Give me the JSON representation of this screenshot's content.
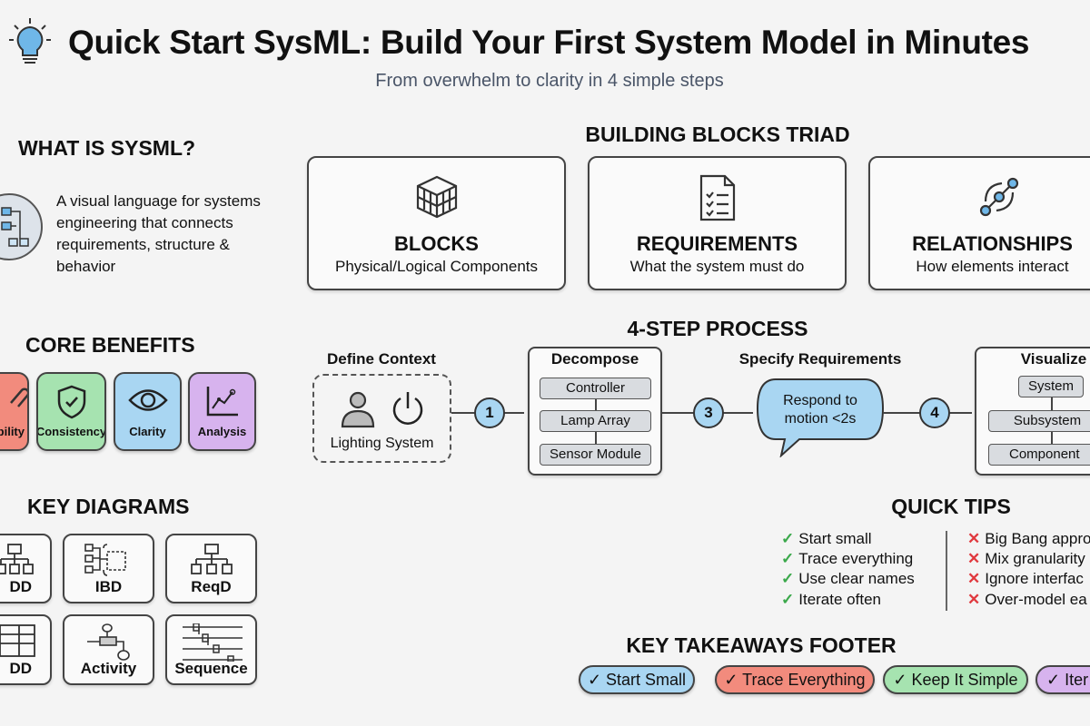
{
  "header": {
    "icon": "lightbulb-icon",
    "title": "Quick Start SysML: Build Your First System Model in Minutes",
    "subtitle": "From overwhelm to clarity in 4 simple steps"
  },
  "what_is": {
    "heading": "WHAT IS SYSML?",
    "icon": "hierarchy-diagram-icon",
    "description": "A visual language for systems engineering that connects requirements, structure & behavior"
  },
  "core_benefits": {
    "heading": "CORE BENEFITS",
    "items": [
      {
        "label": "bility",
        "icon": "link-icon",
        "color": "#f28b7d"
      },
      {
        "label": "Consistency",
        "icon": "shield-check-icon",
        "color": "#a6e3b0"
      },
      {
        "label": "Clarity",
        "icon": "eye-icon",
        "color": "#a9d6f2"
      },
      {
        "label": "Analysis",
        "icon": "line-chart-icon",
        "color": "#d7b3ee"
      }
    ]
  },
  "key_diagrams": {
    "heading": "KEY DIAGRAMS",
    "items": [
      {
        "label": "DD",
        "icon": "tree-diagram-icon"
      },
      {
        "label": "IBD",
        "icon": "internal-block-icon"
      },
      {
        "label": "ReqD",
        "icon": "tree-diagram-icon"
      },
      {
        "label": "DD",
        "icon": "table-icon"
      },
      {
        "label": "Activity",
        "icon": "activity-flow-icon"
      },
      {
        "label": "Sequence",
        "icon": "sequence-lines-icon"
      }
    ]
  },
  "triad": {
    "heading": "BUILDING BLOCKS TRIAD",
    "cards": [
      {
        "title": "BLOCKS",
        "subtitle": "Physical/Logical Components",
        "icon": "cube-icon"
      },
      {
        "title": "REQUIREMENTS",
        "subtitle": "What the system must do",
        "icon": "checklist-document-icon"
      },
      {
        "title": "RELATIONSHIPS",
        "subtitle": "How elements interact",
        "icon": "connected-nodes-icon"
      }
    ]
  },
  "process": {
    "heading": "4-STEP PROCESS",
    "steps": [
      {
        "title": "Define Context",
        "number": "1",
        "caption": "Lighting System"
      },
      {
        "title": "Decompose",
        "items": [
          "Controller",
          "Lamp Array",
          "Sensor Module"
        ]
      },
      {
        "title": "Specify Requirements",
        "number": "3",
        "bubble": "Respond to motion <2s"
      },
      {
        "title": "Visualize",
        "number": "4",
        "items": [
          "System",
          "Subsystem",
          "Component"
        ]
      }
    ]
  },
  "quick_tips": {
    "heading": "QUICK TIPS",
    "do": [
      "Start small",
      "Trace everything",
      "Use clear names",
      "Iterate often"
    ],
    "dont": [
      "Big Bang appro",
      "Mix granularity",
      "Ignore interfac",
      "Over-model ea"
    ],
    "check_color": "#3aa84a",
    "cross_color": "#e0393e"
  },
  "footer": {
    "heading": "KEY TAKEAWAYS FOOTER",
    "pills": [
      {
        "label": "✓ Start Small",
        "color": "#a9d6f2"
      },
      {
        "label": "✓ Trace Everything",
        "color": "#f28b7d"
      },
      {
        "label": "✓ Keep It Simple",
        "color": "#a6e3b0"
      },
      {
        "label": "✓ Iter",
        "color": "#d7b3ee"
      }
    ]
  }
}
